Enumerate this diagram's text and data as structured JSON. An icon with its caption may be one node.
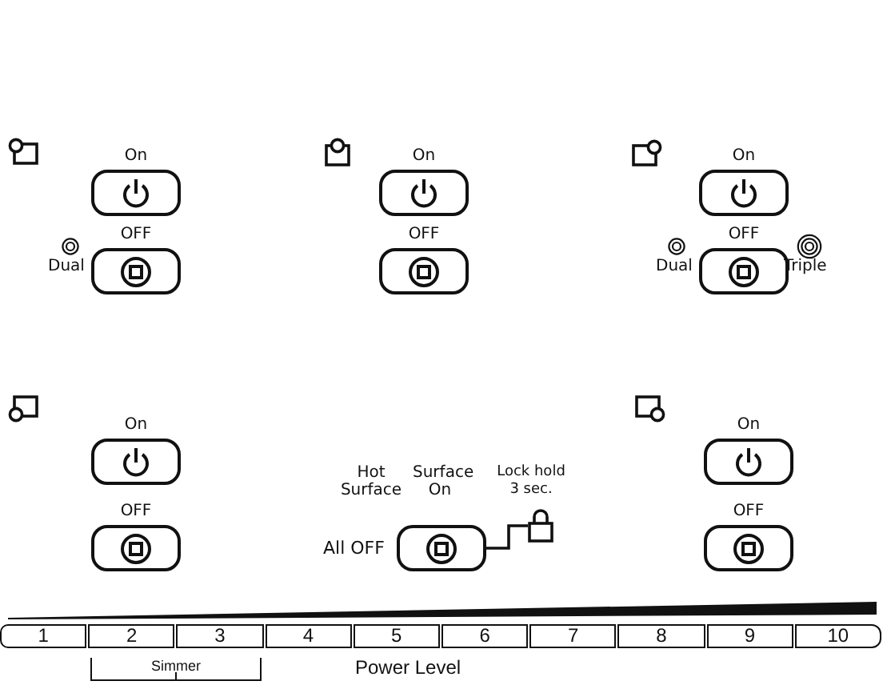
{
  "diagram": {
    "nodes": [
      {
        "text": [
          "On"
        ]
      },
      {
        "text": [
          "On"
        ]
      },
      {
        "text": [
          "On"
        ]
      },
      {
        "text": [
          "OFF"
        ]
      },
      {
        "text": [
          "OFF"
        ]
      },
      {
        "text": [
          "OFF"
        ]
      },
      {
        "text": [
          "On"
        ]
      },
      {
        "text": [
          "On"
        ]
      },
      {
        "text": [
          "OFF"
        ]
      },
      {
        "text": [
          "All OFF"
        ]
      },
      {
        "text": [],
        "shape": "lock"
      },
      {
        "text": [
          "OFF"
        ]
      },
      {
        "text": [
          "1"
        ]
      },
      {
        "text": [
          "2"
        ]
      },
      {
        "text": [
          "3"
        ]
      },
      {
        "text": [
          "4"
        ]
      },
      {
        "text": [
          "5"
        ]
      },
      {
        "text": [
          "6"
        ]
      },
      {
        "text": [
          "7"
        ]
      },
      {
        "text": [
          "8"
        ]
      },
      {
        "text": [
          "9"
        ]
      },
      {
        "text": [
          "10"
        ]
      }
    ],
    "edges": [
      {
        "from": 9,
        "to": 10,
        "arrow": "none"
      }
    ],
    "labels": [
      "Dual",
      "Dual",
      "Triple",
      "Hot Surface",
      "Surface On",
      "Lock hold 3 sec.",
      "Simmer",
      "Power Level"
    ]
  }
}
